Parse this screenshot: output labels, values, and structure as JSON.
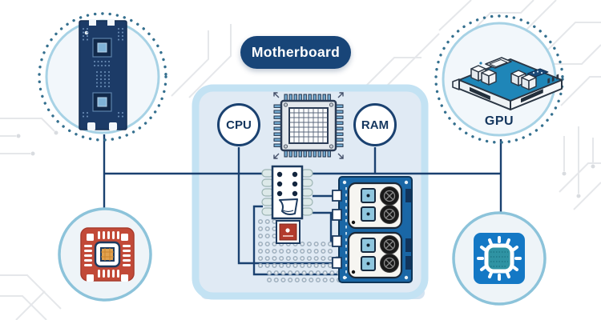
{
  "diagram": {
    "title": "Motherboard",
    "center_labels": {
      "cpu": "CPU",
      "ram": "RAM"
    }
  },
  "nodes": {
    "top_left": {
      "icon": "ram-module-icon"
    },
    "top_right": {
      "icon": "gpu-card-icon",
      "label": "GPU"
    },
    "bottom_left": {
      "icon": "red-microchip-icon"
    },
    "bottom_right": {
      "icon": "blue-processor-icon"
    }
  },
  "panel_icons": [
    "cpu-chip-icon",
    "ic-component-icon",
    "small-transistor-icon",
    "power-module-icon"
  ],
  "colors": {
    "navy_line": "#1a4170",
    "pill_bg": "#184578",
    "panel_border": "#c3e2f3",
    "panel_fill": "#e0eaf4",
    "module_blue": "#1a67a6",
    "gpu_teal": "#1f86b8",
    "chip_red": "#c24a38",
    "chip_blue": "#1478c5",
    "ring_light_blue": "#a7d2e5"
  }
}
